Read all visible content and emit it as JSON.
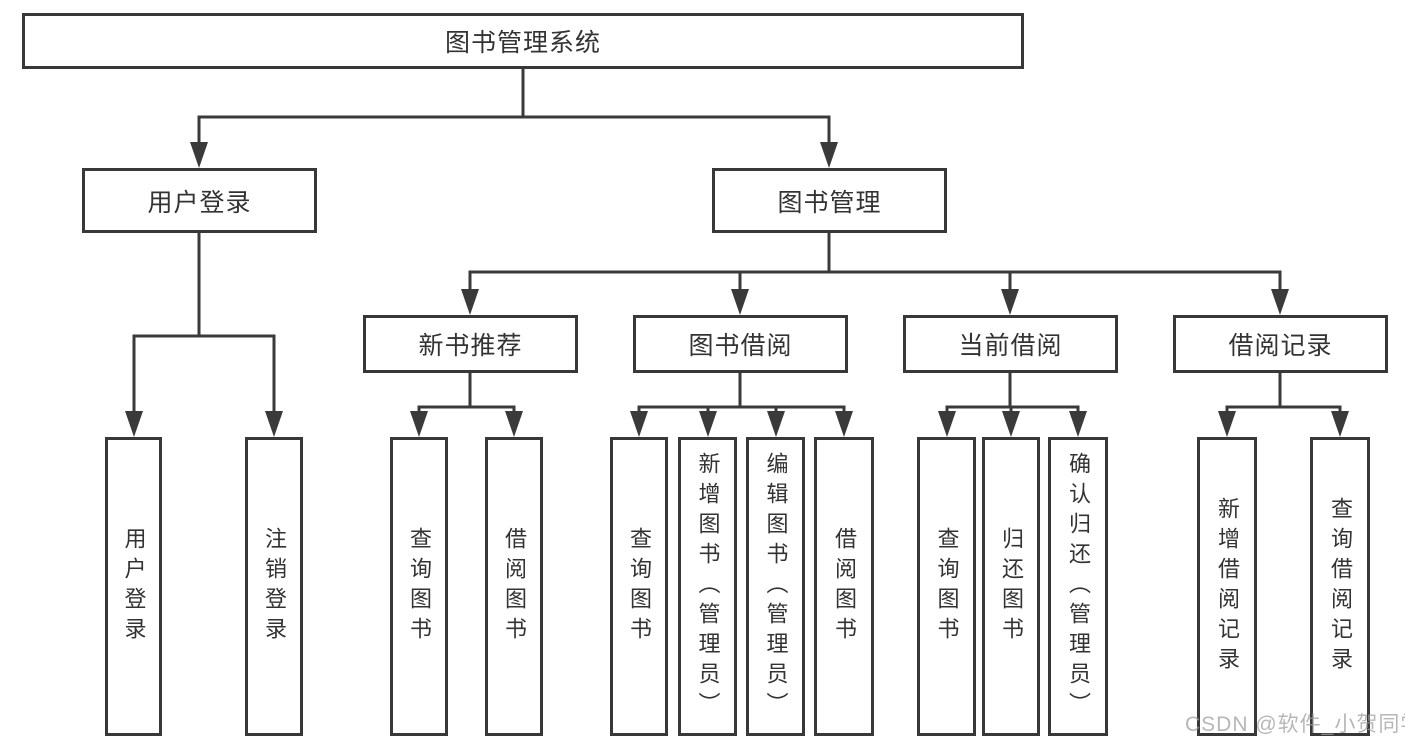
{
  "root_label": "图书管理系统",
  "branches": {
    "user": {
      "label": "用户登录",
      "children": [
        "用户登录",
        "注销登录"
      ]
    },
    "books": {
      "label": "图书管理",
      "sections": [
        {
          "label": "新书推荐",
          "children": [
            "查询图书",
            "借阅图书"
          ]
        },
        {
          "label": "图书借阅",
          "children": [
            "查询图书",
            "新增图书（管理员）",
            "编辑图书（管理员）",
            "借阅图书"
          ]
        },
        {
          "label": "当前借阅",
          "children": [
            "查询图书",
            "归还图书",
            "确认归还（管理员）"
          ]
        },
        {
          "label": "借阅记录",
          "children": [
            "新增借阅记录",
            "查询借阅记录"
          ]
        }
      ]
    }
  },
  "watermark": "CSDN @软件_小贺同学"
}
